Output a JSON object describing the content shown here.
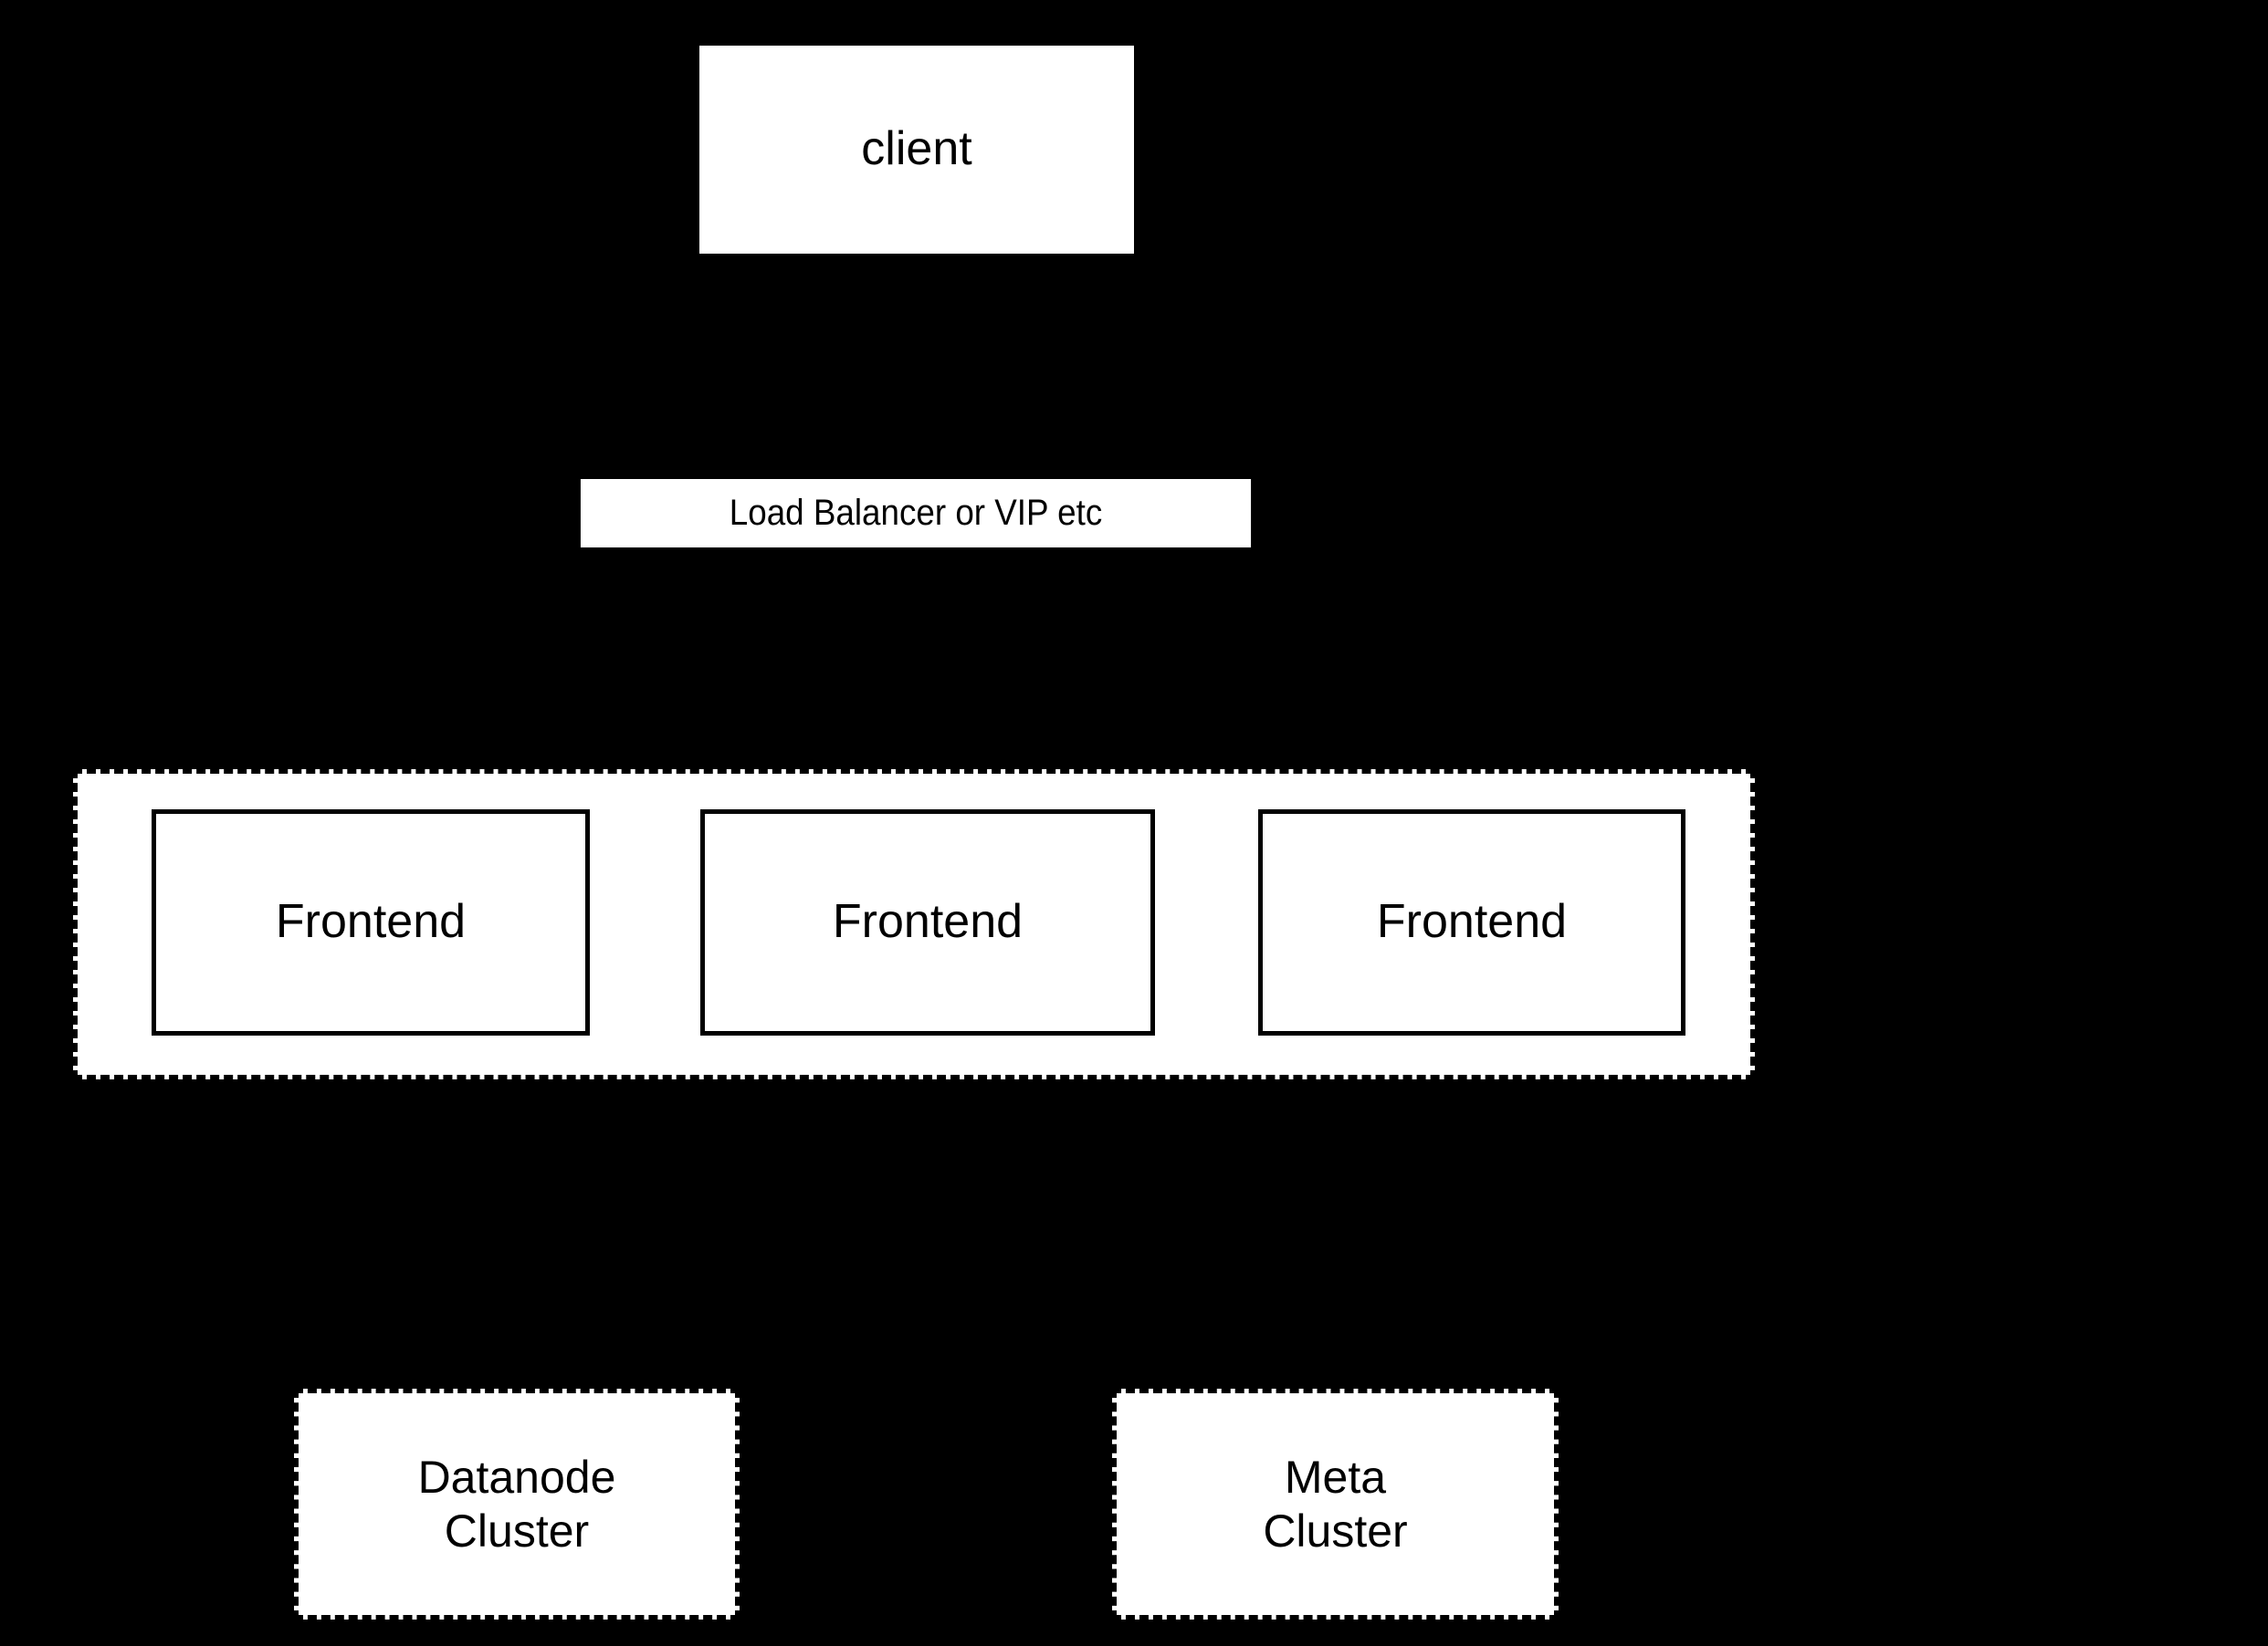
{
  "diagram": {
    "background_color": "#000000",
    "fill_color": "#ffffff",
    "stroke_color": "#000000",
    "nodes": {
      "client": {
        "label": "client",
        "shape": "rectangle",
        "border": "none"
      },
      "load_balancer": {
        "label": "Load Balancer or VIP etc",
        "shape": "rectangle",
        "border": "none"
      },
      "frontend_cluster": {
        "label": "",
        "shape": "rectangle",
        "border": "dashed",
        "members": [
          {
            "label": "Frontend"
          },
          {
            "label": "Frontend"
          },
          {
            "label": "Frontend"
          }
        ]
      },
      "datanode_cluster": {
        "label": "Datanode\nCluster",
        "line1": "Datanode",
        "line2": "Cluster",
        "shape": "rectangle",
        "border": "dashed"
      },
      "meta_cluster": {
        "label": "Meta\nCluster",
        "line1": "Meta",
        "line2": "Cluster",
        "shape": "rectangle",
        "border": "dashed"
      }
    }
  }
}
